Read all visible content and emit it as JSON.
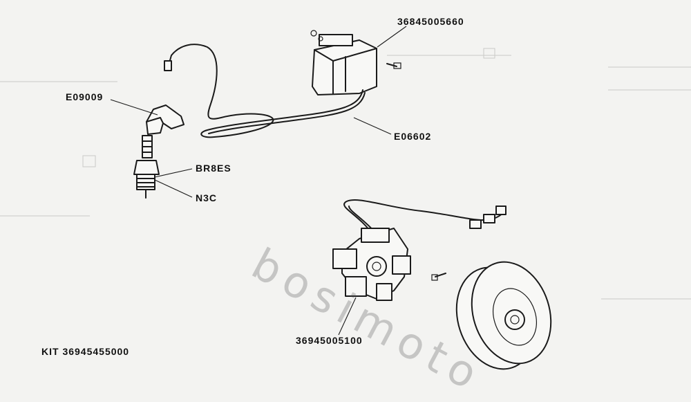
{
  "labels": {
    "ignition_coil": "36845005660",
    "spark_plug_cap": "E09009",
    "hv_cable": "E06602",
    "plug_type_a": "BR8ES",
    "plug_type_b": "N3C",
    "stator": "36945005100",
    "kit": "KIT   36945455000"
  },
  "watermark": "bosimoto",
  "colors": {
    "ink": "#1a1a1a",
    "paper": "#f3f3f1",
    "watermark": "#808080"
  }
}
